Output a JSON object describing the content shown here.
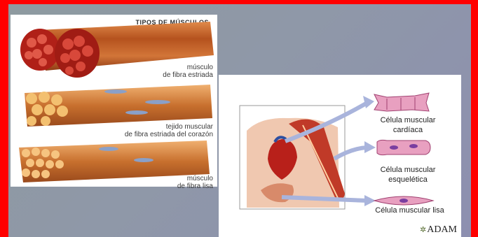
{
  "left_panel": {
    "title": "TIPOS DE MÚSCULOS",
    "labels": [
      {
        "line1": "músculo",
        "line2": "de fibra estriada"
      },
      {
        "line1": "tejido muscular",
        "line2": "de fibra estriada del corazón"
      },
      {
        "line1": "músculo",
        "line2": "de fibra lisa"
      }
    ]
  },
  "right_panel": {
    "cells": [
      {
        "line1": "Célula muscular",
        "line2": "cardíaca"
      },
      {
        "line1": "Célula muscular",
        "line2": "esquelética"
      },
      {
        "line1": "Célula muscular lisa",
        "line2": ""
      }
    ],
    "logo": "ADAM"
  },
  "colors": {
    "border": "#ff0000",
    "muscle": "#c8602a",
    "arrow": "#a9b4dc"
  }
}
